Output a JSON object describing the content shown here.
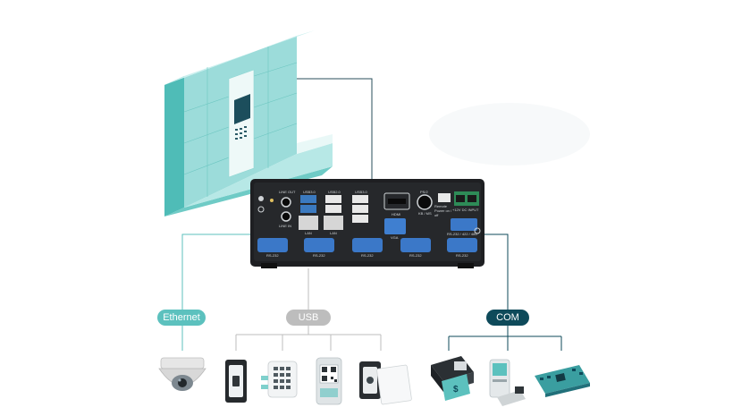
{
  "connections": {
    "ethernet": "Ethernet",
    "usb": "USB",
    "com": "COM"
  },
  "box_panel": {
    "line_out": "LINE OUT",
    "line_in": "LINE IN",
    "usb_ports": [
      "USB3.0",
      "USB2.0",
      "USB3.0"
    ],
    "lan": "LAN",
    "hdmi": "HDMI",
    "vga": "VGA",
    "ps2": "PS/2",
    "kb_ms": "KB / MS",
    "remote_power": "Remote Power on / off",
    "rs_multi": "RS-232 / 422 / 485",
    "dc_input": "+12V DC INPUT",
    "com_ports": [
      "RS-232",
      "RS-232",
      "RS-232",
      "RS-232",
      "RS-232"
    ]
  },
  "colors": {
    "teal": "#5cc1be",
    "gray": "#bdbdbd",
    "navy": "#0e4a5a",
    "box": "#1e1f22"
  },
  "devices": {
    "ethernet": [
      "dome-camera"
    ],
    "usb": [
      "card-reader",
      "keypad",
      "qr-scanner",
      "rfid-reader"
    ],
    "com": [
      "cash-acceptor",
      "receipt-printer",
      "control-board"
    ]
  }
}
